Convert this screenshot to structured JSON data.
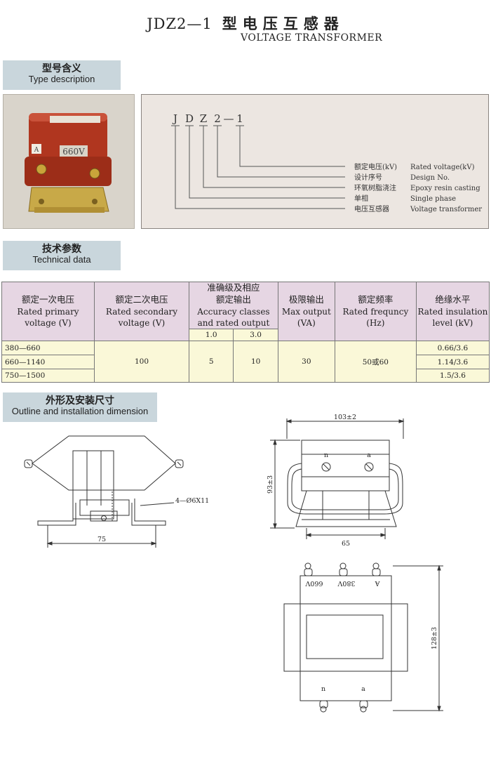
{
  "header": {
    "model": "JDZ2—1",
    "title_cn": "型电压互感器",
    "title_en": "VOLTAGE TRANSFORMER"
  },
  "sections": {
    "type": {
      "cn": "型号含义",
      "en": "Type description"
    },
    "tech": {
      "cn": "技术参数",
      "en": "Technical data"
    },
    "outline": {
      "cn": "外形及安装尺寸",
      "en": "Outline and installation dimension"
    }
  },
  "photo": {
    "label": "660V",
    "small_label": "A"
  },
  "type_code": {
    "letters": [
      "J",
      "D",
      "Z",
      "2",
      "—",
      "1"
    ],
    "items": [
      {
        "cn": "额定电压(kV)",
        "en": "Rated voltage(kV)"
      },
      {
        "cn": "设计序号",
        "en": "Design No."
      },
      {
        "cn": "环氧树脂浇注",
        "en": "Epoxy resin casting"
      },
      {
        "cn": "单相",
        "en": "Single phase"
      },
      {
        "cn": "电压互感器",
        "en": "Voltage transformer"
      }
    ]
  },
  "table": {
    "headers": {
      "primary": {
        "cn": "额定一次电压",
        "en1": "Rated primary",
        "en2": "voltage (V)"
      },
      "secondary": {
        "cn": "额定二次电压",
        "en1": "Rated secondary",
        "en2": "voltage (V)"
      },
      "accuracy": {
        "cn1": "准确级及相应",
        "cn2": "额定输出",
        "en1": "Accuracy classes",
        "en2": "and rated output"
      },
      "max": {
        "cn": "极限输出",
        "en1": "Max output",
        "en2": "(VA)"
      },
      "freq": {
        "cn": "额定频率",
        "en1": "Rated frequncy",
        "en2": "(Hz)"
      },
      "insulation": {
        "cn": "绝缘水平",
        "en1": "Rated insulation",
        "en2": "level (kV)"
      },
      "acc_classes": [
        "1.0",
        "3.0"
      ]
    },
    "rows": [
      {
        "primary": "380—660",
        "insulation": "0.66/3.6"
      },
      {
        "primary": "660—1140",
        "insulation": "1.14/3.6"
      },
      {
        "primary": "750—1500",
        "insulation": "1.5/3.6"
      }
    ],
    "secondary": "100",
    "acc1": "5",
    "acc3": "10",
    "max_output": "30",
    "frequency": "50或60"
  },
  "dimensions": {
    "side_width": "75",
    "holes": "4—Ø6X11",
    "top_width": "103±2",
    "height": "93±3",
    "base": "65",
    "length": "128±3",
    "terminal_n": "n",
    "terminal_a": "a",
    "label_660": "660V",
    "label_380": "380V",
    "label_A": "A"
  }
}
